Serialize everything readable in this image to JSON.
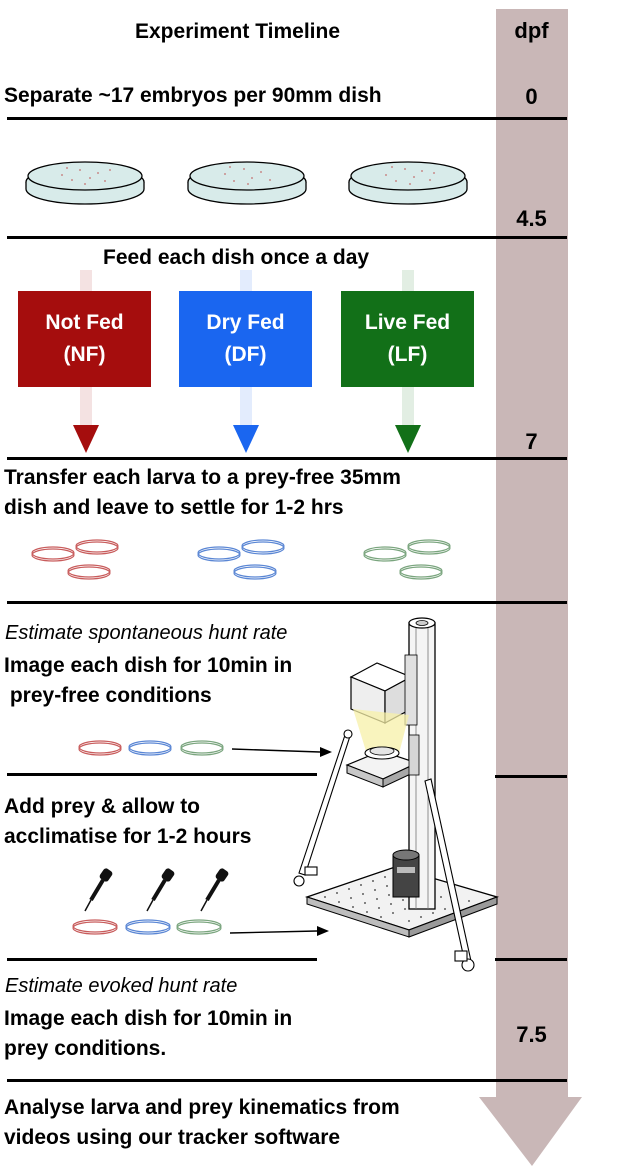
{
  "header": {
    "title": "Experiment Timeline",
    "dpf_label": "dpf"
  },
  "colors": {
    "timeline": "#c9b7b7",
    "not_fed": "#a50d0d",
    "dry_fed": "#1a66f0",
    "live_fed": "#127018",
    "dish_fill": "#d8ebea"
  },
  "dpf_marks": [
    "0",
    "4.5",
    "7",
    "7.5"
  ],
  "steps": {
    "separate": "Separate ~17 embryos per 90mm dish",
    "feed": "Feed each dish once a day",
    "transfer_line1": "Transfer each larva to a prey-free 35mm",
    "transfer_line2": "dish and leave to settle for 1-2 hrs",
    "spont_italic": "Estimate spontaneous hunt rate",
    "spont_line1": "Image each dish for 10min in",
    "spont_line2": " prey-free conditions",
    "prey_line1": "Add prey & allow to",
    "prey_line2": "acclimatise for 1-2 hours",
    "evoked_italic": "Estimate evoked hunt rate",
    "evoked_line1": "Image each dish for 10min in",
    "evoked_line2": "prey conditions.",
    "analyse_line1": "Analyse larva and prey kinematics from",
    "analyse_line2": "videos using our tracker software"
  },
  "groups": [
    {
      "line1": "Not Fed",
      "line2": "(NF)",
      "color": "#a50d0d"
    },
    {
      "line1": "Dry Fed",
      "line2": "(DF)",
      "color": "#1a66f0"
    },
    {
      "line1": "Live Fed",
      "line2": "(LF)",
      "color": "#127018"
    }
  ]
}
